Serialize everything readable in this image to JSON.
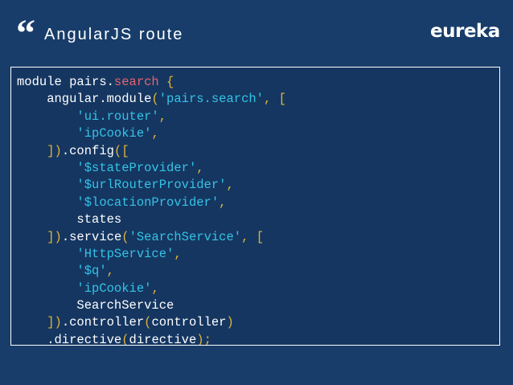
{
  "header": {
    "quote_mark": "“",
    "title": "AngularJS route",
    "logo": "eureka"
  },
  "colors": {
    "background": "#183d6a",
    "code_background": "#153661",
    "code_border": "#ffffff",
    "text": "#ffffff",
    "keyword": "#e8636b",
    "string": "#34c3e6",
    "punctuation": "#e2b536"
  },
  "code": {
    "lines": [
      [
        {
          "t": "module pairs.",
          "c": "plain"
        },
        {
          "t": "search",
          "c": "kw"
        },
        {
          "t": " {",
          "c": "punct"
        }
      ],
      [
        {
          "t": "    angular.module",
          "c": "plain"
        },
        {
          "t": "(",
          "c": "punct"
        },
        {
          "t": "'pairs.search'",
          "c": "str"
        },
        {
          "t": ", [",
          "c": "punct"
        }
      ],
      [
        {
          "t": "        ",
          "c": "plain"
        },
        {
          "t": "'ui.router'",
          "c": "str"
        },
        {
          "t": ",",
          "c": "punct"
        }
      ],
      [
        {
          "t": "        ",
          "c": "plain"
        },
        {
          "t": "'ipCookie'",
          "c": "str"
        },
        {
          "t": ",",
          "c": "punct"
        }
      ],
      [
        {
          "t": "    ",
          "c": "plain"
        },
        {
          "t": "])",
          "c": "punct"
        },
        {
          "t": ".config",
          "c": "plain"
        },
        {
          "t": "([",
          "c": "punct"
        }
      ],
      [
        {
          "t": "        ",
          "c": "plain"
        },
        {
          "t": "'$stateProvider'",
          "c": "str"
        },
        {
          "t": ",",
          "c": "punct"
        }
      ],
      [
        {
          "t": "        ",
          "c": "plain"
        },
        {
          "t": "'$urlRouterProvider'",
          "c": "str"
        },
        {
          "t": ",",
          "c": "punct"
        }
      ],
      [
        {
          "t": "        ",
          "c": "plain"
        },
        {
          "t": "'$locationProvider'",
          "c": "str"
        },
        {
          "t": ",",
          "c": "punct"
        }
      ],
      [
        {
          "t": "        states",
          "c": "plain"
        }
      ],
      [
        {
          "t": "    ",
          "c": "plain"
        },
        {
          "t": "])",
          "c": "punct"
        },
        {
          "t": ".service",
          "c": "plain"
        },
        {
          "t": "(",
          "c": "punct"
        },
        {
          "t": "'SearchService'",
          "c": "str"
        },
        {
          "t": ", [",
          "c": "punct"
        }
      ],
      [
        {
          "t": "        ",
          "c": "plain"
        },
        {
          "t": "'HttpService'",
          "c": "str"
        },
        {
          "t": ",",
          "c": "punct"
        }
      ],
      [
        {
          "t": "        ",
          "c": "plain"
        },
        {
          "t": "'$q'",
          "c": "str"
        },
        {
          "t": ",",
          "c": "punct"
        }
      ],
      [
        {
          "t": "        ",
          "c": "plain"
        },
        {
          "t": "'ipCookie'",
          "c": "str"
        },
        {
          "t": ",",
          "c": "punct"
        }
      ],
      [
        {
          "t": "        SearchService",
          "c": "plain"
        }
      ],
      [
        {
          "t": "    ",
          "c": "plain"
        },
        {
          "t": "])",
          "c": "punct"
        },
        {
          "t": ".controller",
          "c": "plain"
        },
        {
          "t": "(",
          "c": "punct"
        },
        {
          "t": "controller",
          "c": "plain"
        },
        {
          "t": ")",
          "c": "punct"
        }
      ],
      [
        {
          "t": "    .directive",
          "c": "plain"
        },
        {
          "t": "(",
          "c": "punct"
        },
        {
          "t": "directive",
          "c": "plain"
        },
        {
          "t": ");",
          "c": "punct"
        }
      ]
    ]
  }
}
